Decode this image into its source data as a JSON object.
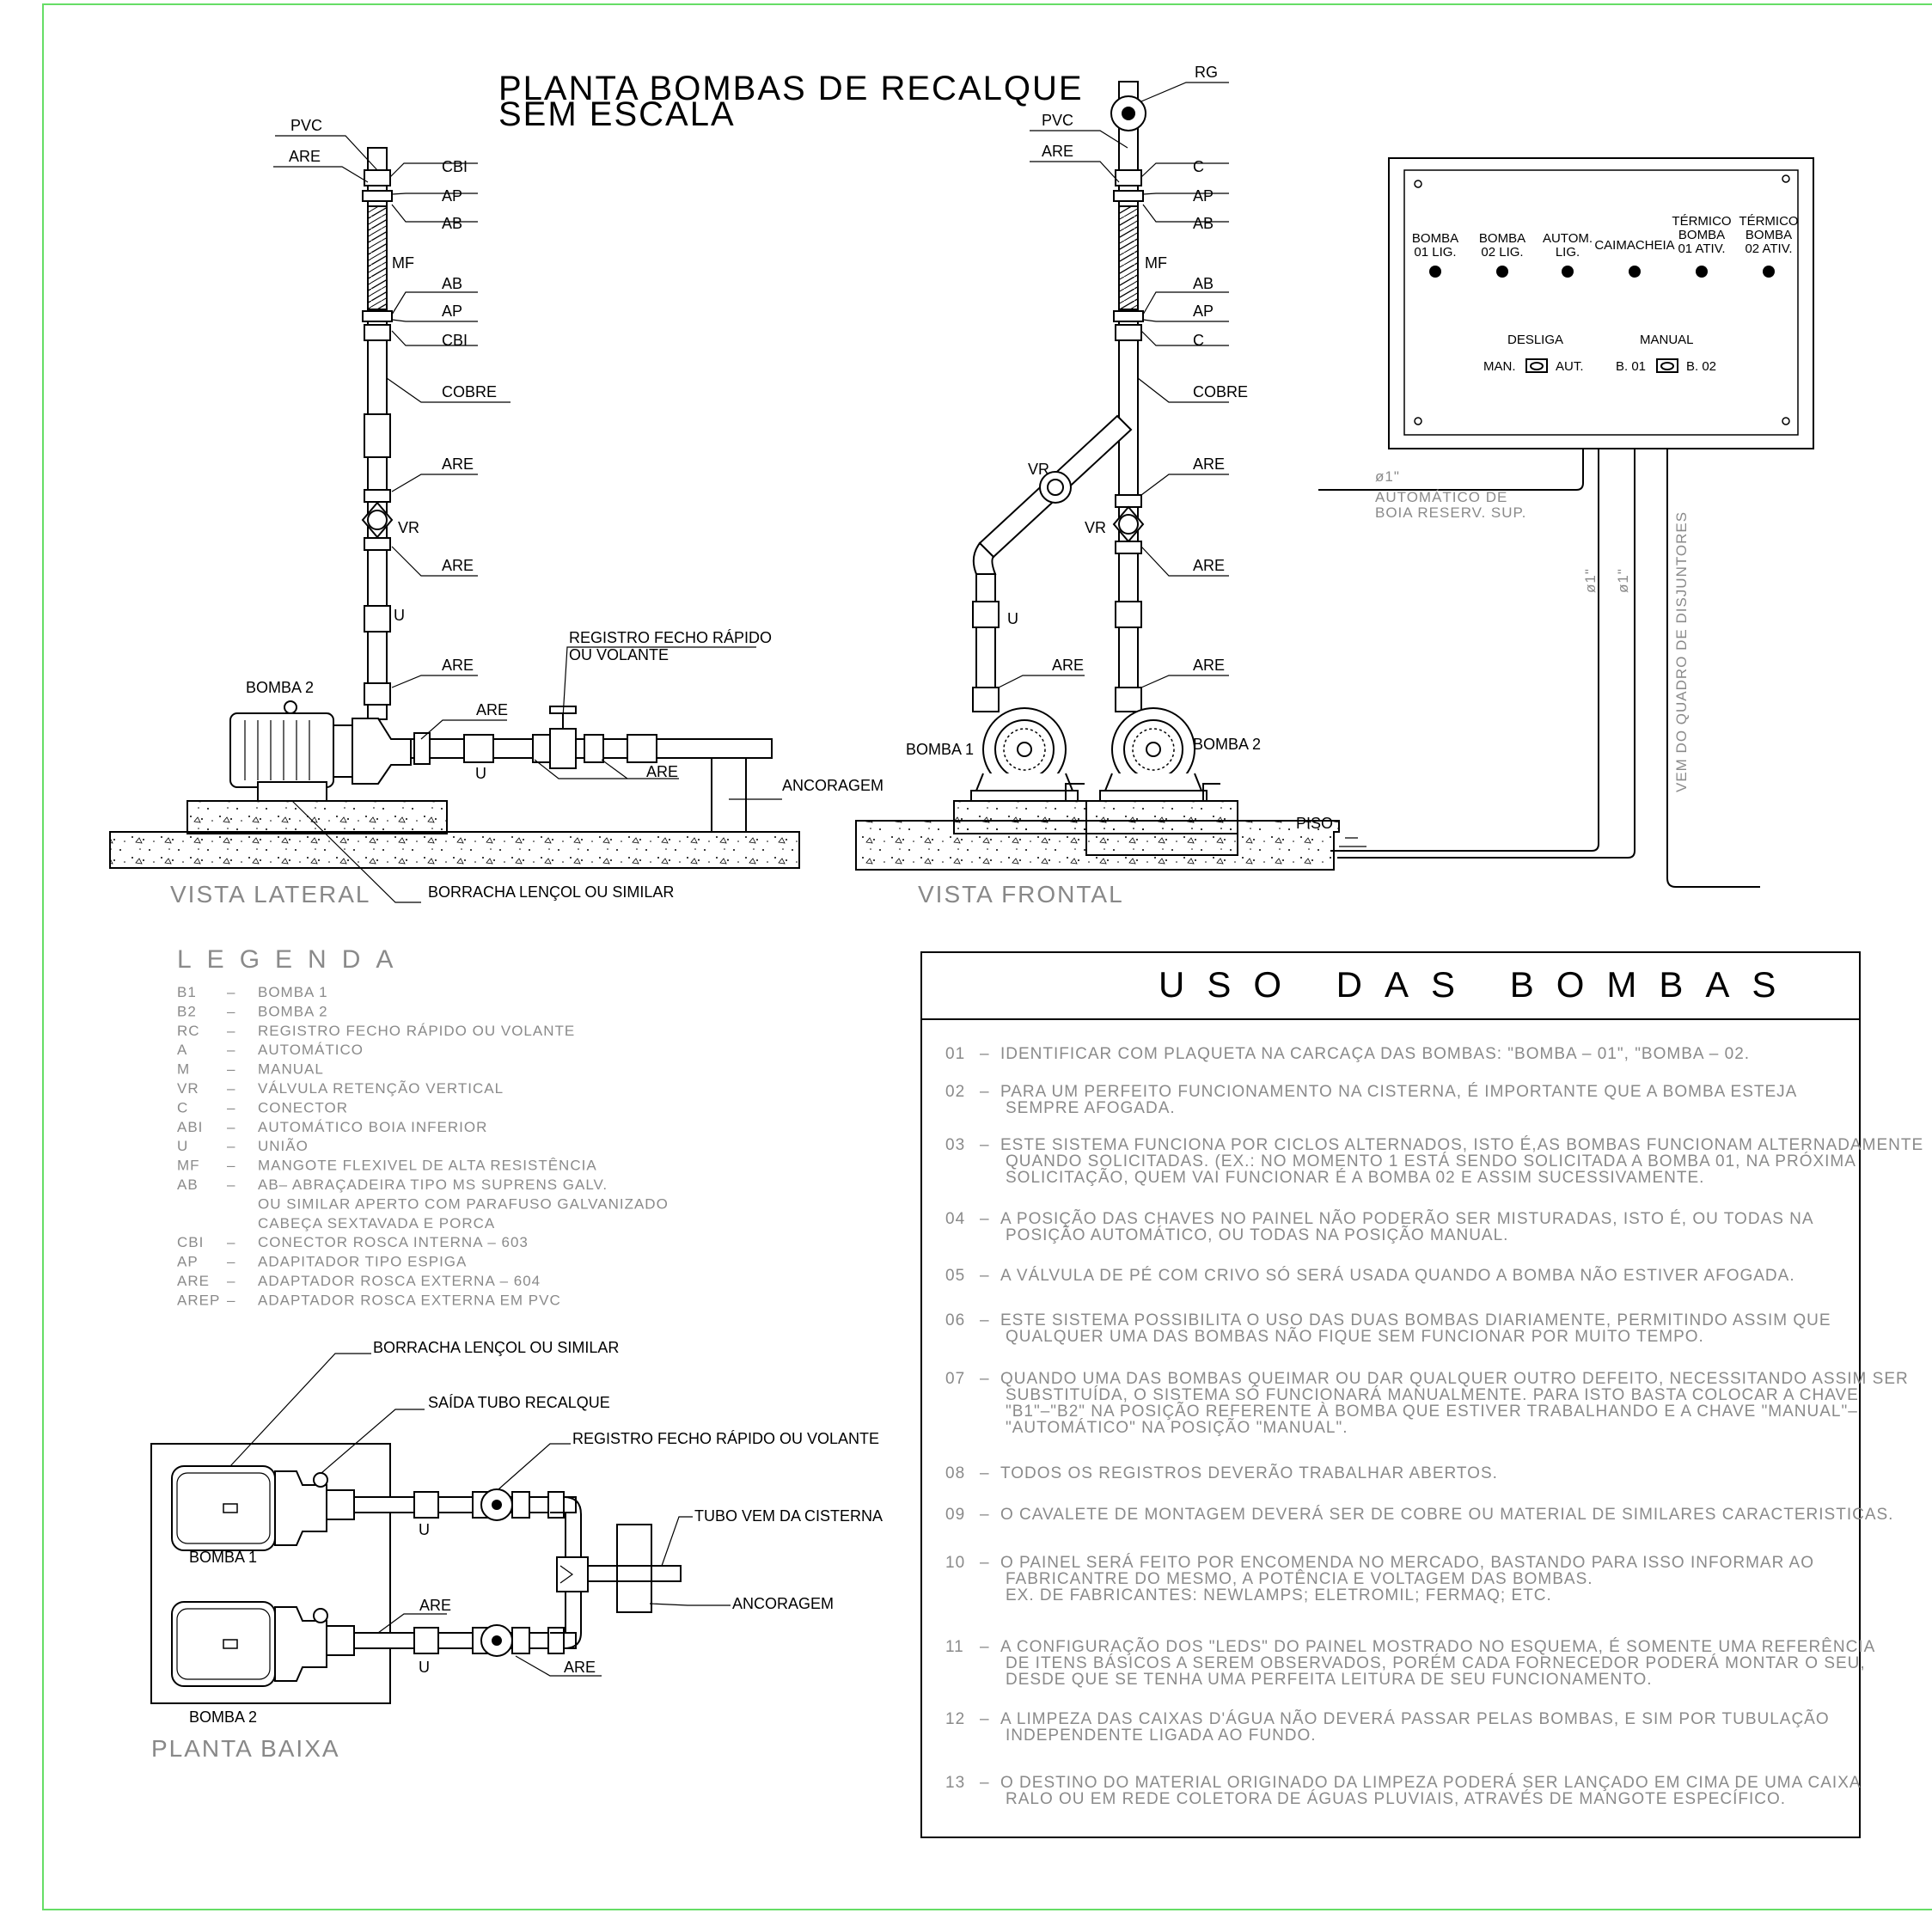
{
  "title": {
    "line1": "PLANTA  BOMBAS  DE  RECALQUE",
    "line2": "SEM  ESCALA"
  },
  "views": {
    "lateral": "VISTA  LATERAL",
    "frontal": "VISTA  FRONTAL",
    "planta": "PLANTA  BAIXA"
  },
  "lateral_labels": {
    "pvc": "PVC",
    "are_top": "ARE",
    "cbi1": "CBI",
    "ap1": "AP",
    "ab1": "AB",
    "mf": "MF",
    "ab2": "AB",
    "ap2": "AP",
    "cbi2": "CBI",
    "cobre": "COBRE",
    "are1": "ARE",
    "vr": "VR",
    "are2": "ARE",
    "u": "U",
    "are3": "ARE",
    "bomba2": "BOMBA  2",
    "registro1": "REGISTRO  FECHO  RÁPIDO",
    "registro2": "OU  VOLANTE",
    "are4": "ARE",
    "are5": "ARE",
    "u2": "U",
    "ancoragem": "ANCORAGEM",
    "borracha": "BORRACHA  LENÇOL  OU  SIMILAR"
  },
  "frontal_labels": {
    "rg": "RG",
    "pvc": "PVC",
    "are_top": "ARE",
    "c1": "C",
    "ap1": "AP",
    "ab1": "AB",
    "mf": "MF",
    "ab2": "AB",
    "ap2": "AP",
    "c2": "C",
    "cobre": "COBRE",
    "vr_left": "VR",
    "are1": "ARE",
    "vr_right": "VR",
    "are2": "ARE",
    "u": "U",
    "are3": "ARE",
    "are4": "ARE",
    "bomba1": "BOMBA  1",
    "bomba2": "BOMBA  2",
    "piso": "PISO"
  },
  "panel": {
    "leds": [
      {
        "line1": "BOMBA",
        "line2": "01 LIG."
      },
      {
        "line1": "BOMBA",
        "line2": "02 LIG."
      },
      {
        "line1": "AUTOM.",
        "line2": "LIG."
      },
      {
        "line1": "CAIMACHEIA",
        "line2": ""
      },
      {
        "line1": "TÉRMICO",
        "line2": "BOMBA",
        "line3": "01 ATIV."
      },
      {
        "line1": "TÉRMICO",
        "line2": "BOMBA",
        "line3": "02 ATIV."
      }
    ],
    "desliga": "DESLIGA",
    "manual": "MANUAL",
    "man": "MAN.",
    "aut": "AUT.",
    "b01": "B. 01",
    "b02": "B. 02"
  },
  "conduits": {
    "d1": "ø1\"",
    "auto1": "AUTOMÁTICO  DE",
    "auto2": "BOIA  RESERV.  SUP.",
    "d2": "ø1\"",
    "d3": "ø1\"",
    "vem": "VEM  DO  QUADRO  DE  DISJUNTORES"
  },
  "legend": {
    "title": "LEGENDA",
    "items": [
      {
        "code": "B1",
        "desc": "BOMBA  1"
      },
      {
        "code": "B2",
        "desc": "BOMBA  2"
      },
      {
        "code": "RC",
        "desc": "REGISTRO  FECHO  RÁPIDO  OU  VOLANTE"
      },
      {
        "code": "A",
        "desc": "AUTOMÁTICO"
      },
      {
        "code": "M",
        "desc": "MANUAL"
      },
      {
        "code": "VR",
        "desc": "VÁLVULA  RETENÇÃO  VERTICAL"
      },
      {
        "code": "C",
        "desc": "CONECTOR"
      },
      {
        "code": "ABI",
        "desc": "AUTOMÁTICO  BOIA  INFERIOR"
      },
      {
        "code": "U",
        "desc": "UNIÃO"
      },
      {
        "code": "MF",
        "desc": "MANGOTE  FLEXIVEL  DE  ALTA  RESISTÊNCIA"
      },
      {
        "code": "AB",
        "desc": "AB– ABRAÇADEIRA  TIPO  MS  SUPRENS  GALV."
      },
      {
        "code": "",
        "desc": "OU  SIMILAR  APERTO  COM  PARAFUSO  GALVANIZADO"
      },
      {
        "code": "",
        "desc": "CABEÇA  SEXTAVADA  E  PORCA"
      },
      {
        "code": "CBI",
        "desc": "CONECTOR  ROSCA  INTERNA  –  603"
      },
      {
        "code": "AP",
        "desc": "ADAPITADOR  TIPO  ESPIGA"
      },
      {
        "code": "ARE",
        "desc": "ADAPTADOR  ROSCA  EXTERNA  –  604"
      },
      {
        "code": "AREP",
        "desc": "ADAPTADOR  ROSCA  EXTERNA  EM  PVC"
      }
    ]
  },
  "planta_labels": {
    "borracha": "BORRACHA  LENÇOL  OU  SIMILAR",
    "saida": "SAÍDA  TUBO  RECALQUE",
    "registro": "REGISTRO  FECHO  RÁPIDO  OU  VOLANTE",
    "tubo": "TUBO  VEM  DA  CISTERNA",
    "ancoragem": "ANCORAGEM",
    "bomba1": "BOMBA  1",
    "bomba2": "BOMBA  2",
    "u1": "U",
    "u2": "U",
    "are1": "ARE",
    "are2": "ARE"
  },
  "uso": {
    "title": "USO DAS BOMBAS",
    "notes": [
      {
        "n": "01",
        "lines": [
          "IDENTIFICAR  COM  PLAQUETA  NA  CARCAÇA  DAS  BOMBAS:  \"BOMBA  –  01\",  \"BOMBA  –  02."
        ]
      },
      {
        "n": "02",
        "lines": [
          "PARA  UM  PERFEITO  FUNCIONAMENTO  NA  CISTERNA,  É  IMPORTANTE  QUE  A  BOMBA  ESTEJA",
          "SEMPRE  AFOGADA."
        ]
      },
      {
        "n": "03",
        "lines": [
          "ESTE  SISTEMA  FUNCIONA  POR  CICLOS  ALTERNADOS,  ISTO  É,AS  BOMBAS  FUNCIONAM  ALTERNADAMENTE",
          "QUANDO  SOLICITADAS.  (EX.:  NO  MOMENTO  1  ESTÁ  SENDO  SOLICITADA  A  BOMBA  01,  NA  PRÓXIMA",
          "SOLICITAÇÃO,  QUEM  VAI  FUNCIONAR  É  A  BOMBA  02  E  ASSIM  SUCESSIVAMENTE."
        ]
      },
      {
        "n": "04",
        "lines": [
          "A  POSIÇÃO  DAS  CHAVES  NO  PAINEL  NÃO  PODERÃO  SER  MISTURADAS,  ISTO  É,  OU  TODAS  NA",
          "POSIÇÃO  AUTOMÁTICO,  OU  TODAS  NA  POSIÇÃO  MANUAL."
        ]
      },
      {
        "n": "05",
        "lines": [
          "A  VÁLVULA  DE  PÉ  COM  CRIVO  SÓ  SERÁ  USADA  QUANDO  A  BOMBA  NÃO  ESTIVER  AFOGADA."
        ]
      },
      {
        "n": "06",
        "lines": [
          "ESTE  SISTEMA  POSSIBILITA  O  USO  DAS  DUAS  BOMBAS  DIARIAMENTE,  PERMITINDO  ASSIM  QUE",
          "QUALQUER  UMA  DAS  BOMBAS  NÃO  FIQUE  SEM  FUNCIONAR  POR  MUITO  TEMPO."
        ]
      },
      {
        "n": "07",
        "lines": [
          "QUANDO  UMA  DAS  BOMBAS  QUEIMAR  OU  DAR  QUALQUER  OUTRO  DEFEITO,  NECESSITANDO  ASSIM  SER",
          "SUBSTITUÍDA,  O  SISTEMA  SÓ  FUNCIONARÁ  MANUALMENTE.  PARA  ISTO  BASTA  COLOCAR  A  CHAVE",
          "\"B1\"–\"B2\"  NA  POSIÇÃO  REFERENTE  À  BOMBA  QUE  ESTIVER  TRABALHANDO  E  A  CHAVE  \"MANUAL\"–",
          "\"AUTOMÁTICO\"  NA  POSIÇÃO  \"MANUAL\"."
        ]
      },
      {
        "n": "08",
        "lines": [
          "TODOS  OS  REGISTROS  DEVERÃO  TRABALHAR  ABERTOS."
        ]
      },
      {
        "n": "09",
        "lines": [
          "O  CAVALETE  DE  MONTAGEM  DEVERÁ  SER  DE  COBRE  OU  MATERIAL  DE  SIMILARES  CARACTERISTICAS."
        ]
      },
      {
        "n": "10",
        "lines": [
          "O  PAINEL  SERÁ  FEITO  POR  ENCOMENDA  NO  MERCADO,  BASTANDO  PARA  ISSO  INFORMAR  AO",
          "FABRICANTRE  DO  MESMO,  A  POTÊNCIA  E  VOLTAGEM  DAS  BOMBAS.",
          "EX.  DE  FABRICANTES:  NEWLAMPS;  ELETROMIL;  FERMAQ;  ETC."
        ]
      },
      {
        "n": "11",
        "lines": [
          "A  CONFIGURAÇÃO  DOS  \"LEDS\"  DO  PAINEL  MOSTRADO  NO  ESQUEMA,  É  SOMENTE  UMA  REFERÊNCIA",
          "DE  ITENS  BÁSICOS    A  SEREM  OBSERVADOS,  PORÉM  CADA  FORNECEDOR  PODERÁ  MONTAR  O  SEU,",
          "DESDE  QUE  SE  TENHA  UMA  PERFEITA  LEITURA  DE  SEU  FUNCIONAMENTO."
        ]
      },
      {
        "n": "12",
        "lines": [
          "A  LIMPEZA  DAS  CAIXAS  D'ÁGUA  NÃO  DEVERÁ  PASSAR  PELAS  BOMBAS,  E  SIM  POR  TUBULAÇÃO",
          "INDEPENDENTE  LIGADA  AO  FUNDO."
        ]
      },
      {
        "n": "13",
        "lines": [
          "O  DESTINO  DO  MATERIAL  ORIGINADO  DA  LIMPEZA  PODERÁ  SER  LANÇADO  EM  CIMA  DE  UMA  CAIXA",
          "RALO  OU  EM  REDE  COLETORA  DE  ÁGUAS  PLUVIAIS,  ATRAVÉS  DE  MANGOTE  ESPECÍFICO."
        ]
      }
    ]
  },
  "colors": {
    "border": "#66dd66",
    "ink": "#000000",
    "muted": "#8a8a8a"
  }
}
